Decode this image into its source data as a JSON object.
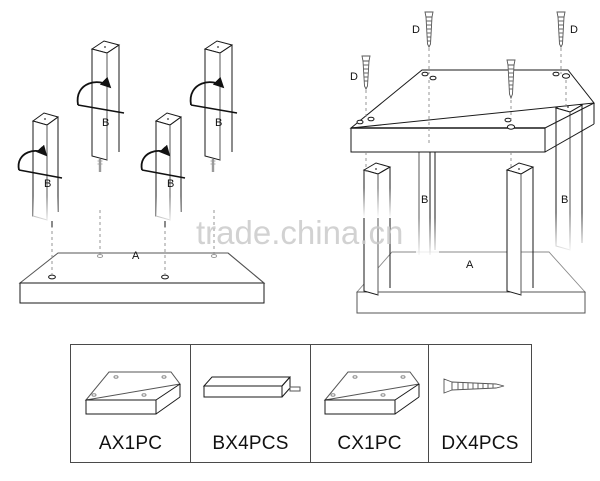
{
  "document": {
    "type": "furniture-assembly-instruction",
    "watermark": "trade.china.cn"
  },
  "steps": [
    {
      "id": "step-1",
      "name": "attach-legs-to-base",
      "labels": {
        "base_panel": "A",
        "leg_1": "B",
        "leg_2": "B",
        "leg_3": "B",
        "leg_4": "B"
      }
    },
    {
      "id": "step-2",
      "name": "attach-top-with-screws",
      "labels": {
        "base_panel": "A",
        "leg_left": "B",
        "leg_right": "B",
        "screw_1": "D",
        "screw_2": "D",
        "screw_3": "D"
      }
    }
  ],
  "parts": [
    {
      "key": "A",
      "label": "AX1PC",
      "icon": "panel-icon",
      "quantity": "1PC"
    },
    {
      "key": "B",
      "label": "BX4PCS",
      "icon": "rail-icon",
      "quantity": "4PCS"
    },
    {
      "key": "C",
      "label": "CX1PC",
      "icon": "panel-icon",
      "quantity": "1PC"
    },
    {
      "key": "D",
      "label": "DX4PCS",
      "icon": "screw-icon",
      "quantity": "4PCS"
    }
  ],
  "colors": {
    "line": "#1a1a1a",
    "thin_line": "#555555",
    "dashed": "#8a8a8a",
    "background": "#ffffff",
    "watermark": "#c9c9c9"
  }
}
